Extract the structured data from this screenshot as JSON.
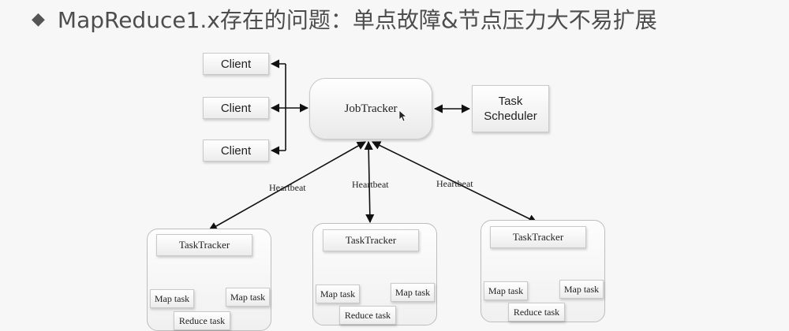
{
  "slide": {
    "bullet": "◆",
    "title": "MapReduce1.x存在的问题：单点故障&节点压力大不易扩展"
  },
  "diagram": {
    "clients": [
      "Client",
      "Client",
      "Client"
    ],
    "job_tracker": "JobTracker",
    "task_scheduler": [
      "Task",
      "Scheduler"
    ],
    "heartbeat_labels": [
      "Heartbeat",
      "Heartbeat",
      "Heartbeat"
    ],
    "task_trackers": [
      {
        "label": "TaskTracker",
        "map_tasks": [
          "Map task",
          "Map task"
        ],
        "reduce_task": "Reduce task"
      },
      {
        "label": "TaskTracker",
        "map_tasks": [
          "Map task",
          "Map task"
        ],
        "reduce_task": "Reduce task"
      },
      {
        "label": "TaskTracker",
        "map_tasks": [
          "Map task",
          "Map task"
        ],
        "reduce_task": "Reduce task"
      }
    ]
  }
}
